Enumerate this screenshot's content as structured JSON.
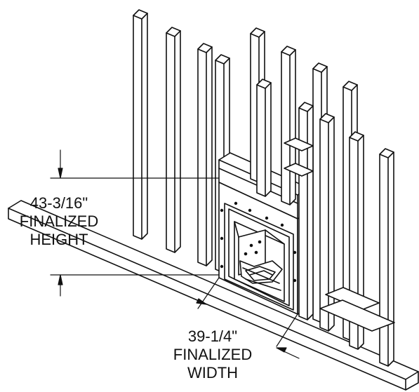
{
  "dimensions": {
    "height": {
      "value": "43-3/16\"",
      "line1": "FINALIZED",
      "line2": "HEIGHT"
    },
    "width": {
      "value": "39-1/4\"",
      "line1": "FINALIZED",
      "line2": "WIDTH"
    }
  },
  "colors": {
    "line": "#111111",
    "background": "#ffffff"
  }
}
